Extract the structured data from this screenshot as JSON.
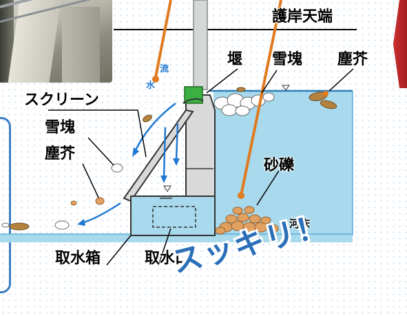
{
  "labels": {
    "bank_top": "護岸天端",
    "weir": "堰",
    "snow_top": "雪塊",
    "debris_top": "塵芥",
    "screen": "スクリーン",
    "snow_left": "雪塊",
    "debris_left": "塵芥",
    "gravel": "砂礫",
    "riverbed": "河床",
    "intake_box": "取水箱",
    "intake_port": "取水口",
    "flow_1": "流",
    "flow_2": "水"
  },
  "exclaim": "スッキリ！",
  "colors": {
    "water": "#a8d9ec",
    "water_edge": "#5aaed6",
    "concrete": "#d9d9d9",
    "flow": "#1f78d1",
    "leader": "#e07a1f",
    "banner": "#b82525",
    "headline": "#2a6fb8"
  }
}
